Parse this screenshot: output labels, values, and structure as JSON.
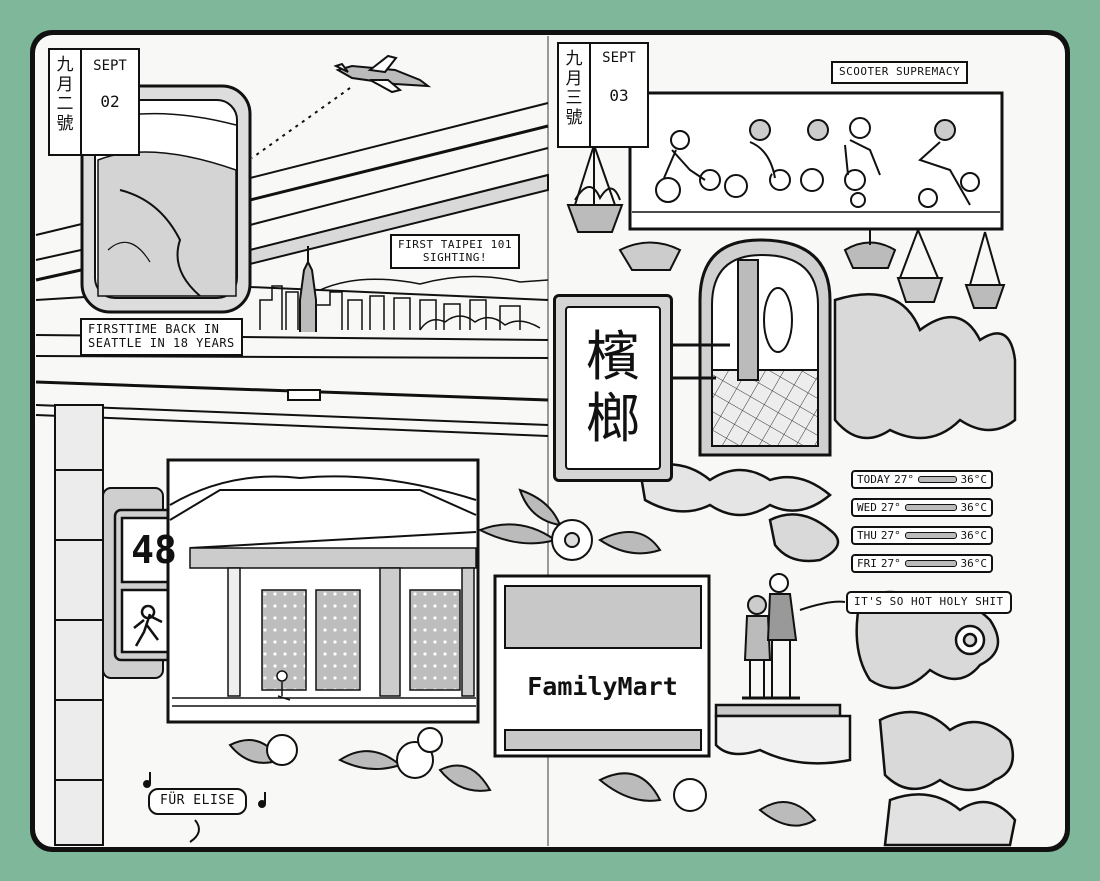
{
  "colors": {
    "background_green": "#7fb79a",
    "paper": "#f8f8f6",
    "ink": "#111111",
    "shade": "#c8c8c8"
  },
  "left_page": {
    "date": {
      "cjk": [
        "九",
        "月",
        "二",
        "號"
      ],
      "month": "SEPT",
      "day": "02"
    },
    "caption_seattle": {
      "line1": "FIRSTTIME BACK IN",
      "line2": "SEATTLE IN 18 YEARS"
    },
    "caption_taipei101": {
      "line1": "FIRST TAIPEI 101",
      "line2": "SIGHTING!"
    },
    "crossing_signal_number": "48",
    "music_caption": "FÜR ELISE"
  },
  "right_page": {
    "date": {
      "cjk": [
        "九",
        "月",
        "三",
        "號"
      ],
      "month": "SEPT",
      "day": "03"
    },
    "scooter_caption": "SCOOTER SUPREMACY",
    "betel_sign": [
      "檳",
      "榔"
    ],
    "store_sign": "FamilyMart",
    "weather": [
      {
        "day": "TODAY",
        "low": "27°",
        "high": "36°C"
      },
      {
        "day": "WED",
        "low": "27°",
        "high": "36°C"
      },
      {
        "day": "THU",
        "low": "27°",
        "high": "36°C"
      },
      {
        "day": "FRI",
        "low": "27°",
        "high": "36°C"
      }
    ],
    "speech": "IT'S SO HOT HOLY SHIT"
  }
}
